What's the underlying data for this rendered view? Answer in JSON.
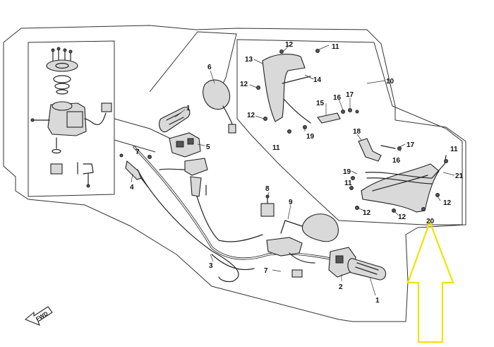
{
  "diagram": {
    "labels": [
      {
        "id": "c1a",
        "text": "1"
      },
      {
        "id": "c1b",
        "text": "1"
      },
      {
        "id": "c2",
        "text": "2"
      },
      {
        "id": "c3",
        "text": "3"
      },
      {
        "id": "c4",
        "text": "4"
      },
      {
        "id": "c5",
        "text": "5"
      },
      {
        "id": "c6",
        "text": "6"
      },
      {
        "id": "c7a",
        "text": "7"
      },
      {
        "id": "c7b",
        "text": "7"
      },
      {
        "id": "c8",
        "text": "8"
      },
      {
        "id": "c9",
        "text": "9"
      },
      {
        "id": "c10",
        "text": "10"
      },
      {
        "id": "c11a",
        "text": "11"
      },
      {
        "id": "c11b",
        "text": "11"
      },
      {
        "id": "c11c",
        "text": "11"
      },
      {
        "id": "c11d",
        "text": "11"
      },
      {
        "id": "c12a",
        "text": "12"
      },
      {
        "id": "c12b",
        "text": "12"
      },
      {
        "id": "c12c",
        "text": "12"
      },
      {
        "id": "c12d",
        "text": "12"
      },
      {
        "id": "c12e",
        "text": "12"
      },
      {
        "id": "c12f",
        "text": "12"
      },
      {
        "id": "c13",
        "text": "13"
      },
      {
        "id": "c14",
        "text": "14"
      },
      {
        "id": "c15",
        "text": "15"
      },
      {
        "id": "c16a",
        "text": "16"
      },
      {
        "id": "c16b",
        "text": "16"
      },
      {
        "id": "c17a",
        "text": "17"
      },
      {
        "id": "c17b",
        "text": "17"
      },
      {
        "id": "c18",
        "text": "18"
      },
      {
        "id": "c19a",
        "text": "19"
      },
      {
        "id": "c19b",
        "text": "19"
      },
      {
        "id": "c20",
        "text": "20"
      },
      {
        "id": "c21",
        "text": "21"
      }
    ],
    "fwd_label": "FWD",
    "highlight_color": "#f2e200"
  }
}
